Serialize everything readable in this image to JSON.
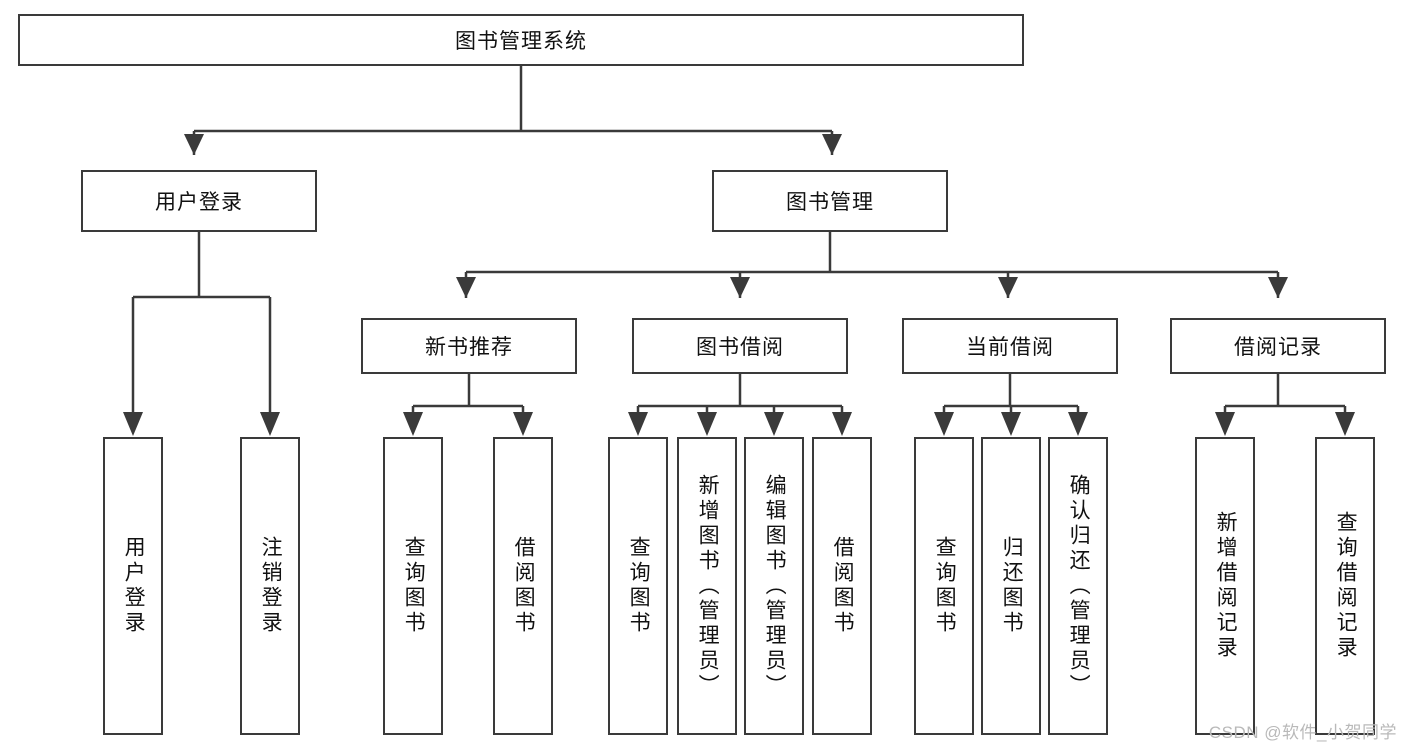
{
  "diagram": {
    "title": "图书管理系统",
    "type": "tree-hierarchy-diagram",
    "colors": {
      "box_border": "#3a3a3a",
      "box_fill": "#ffffff",
      "edge": "#3a3a3a",
      "text": "#111111",
      "watermark": "#b9b9b9",
      "background": "#ffffff"
    },
    "nodes": {
      "root": {
        "label": "图书管理系统",
        "orientation": "horizontal"
      },
      "level2": [
        {
          "id": "user-login",
          "label": "用户登录",
          "orientation": "horizontal"
        },
        {
          "id": "book-management",
          "label": "图书管理",
          "orientation": "horizontal"
        }
      ],
      "level3": [
        {
          "id": "new-book-recommend",
          "label": "新书推荐",
          "orientation": "horizontal"
        },
        {
          "id": "book-borrow",
          "label": "图书借阅",
          "orientation": "horizontal"
        },
        {
          "id": "current-borrow",
          "label": "当前借阅",
          "orientation": "horizontal"
        },
        {
          "id": "borrow-record",
          "label": "借阅记录",
          "orientation": "horizontal"
        }
      ],
      "leaves": [
        {
          "id": "leaf-user-login",
          "label": "用户登录",
          "parent": "user-login",
          "orientation": "vertical"
        },
        {
          "id": "leaf-logout",
          "label": "注销登录",
          "parent": "user-login",
          "orientation": "vertical"
        },
        {
          "id": "leaf-query-book-1",
          "label": "查询图书",
          "parent": "new-book-recommend",
          "orientation": "vertical"
        },
        {
          "id": "leaf-borrow-book-1",
          "label": "借阅图书",
          "parent": "new-book-recommend",
          "orientation": "vertical"
        },
        {
          "id": "leaf-query-book-2",
          "label": "查询图书",
          "parent": "book-borrow",
          "orientation": "vertical"
        },
        {
          "id": "leaf-add-book",
          "label": "新增图书（管理员）",
          "parent": "book-borrow",
          "orientation": "vertical"
        },
        {
          "id": "leaf-edit-book",
          "label": "编辑图书（管理员）",
          "parent": "book-borrow",
          "orientation": "vertical"
        },
        {
          "id": "leaf-borrow-book-2",
          "label": "借阅图书",
          "parent": "book-borrow",
          "orientation": "vertical"
        },
        {
          "id": "leaf-query-book-3",
          "label": "查询图书",
          "parent": "current-borrow",
          "orientation": "vertical"
        },
        {
          "id": "leaf-return-book",
          "label": "归还图书",
          "parent": "current-borrow",
          "orientation": "vertical"
        },
        {
          "id": "leaf-confirm-return",
          "label": "确认归还（管理员）",
          "parent": "current-borrow",
          "orientation": "vertical"
        },
        {
          "id": "leaf-add-record",
          "label": "新增借阅记录",
          "parent": "borrow-record",
          "orientation": "vertical"
        },
        {
          "id": "leaf-query-record",
          "label": "查询借阅记录",
          "parent": "borrow-record",
          "orientation": "vertical"
        }
      ]
    },
    "watermark": "CSDN @软件_小贺同学"
  }
}
